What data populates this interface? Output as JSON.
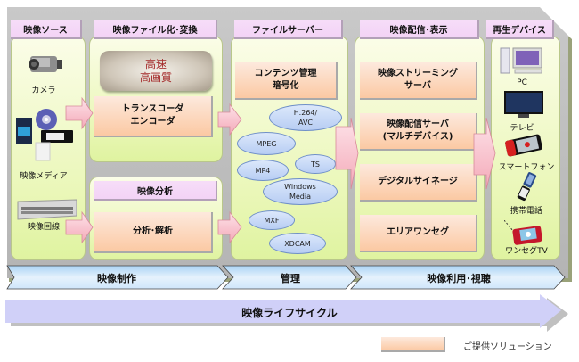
{
  "colors": {
    "frame": "#bfbfbf",
    "column_bg": "#eaf7b8",
    "header_bg": "#f3d3f6",
    "solution_bg": "#fbc9a3",
    "format_oval": "#b7cdf3",
    "flow_arrow": "#f7b9c5",
    "phase_band": "#cfe6fb",
    "lifecycle_arrow": "#ccccf7"
  },
  "columns": {
    "source": {
      "header": "映像ソース",
      "items": [
        {
          "label": "カメラ",
          "icon": "video-camera-icon"
        },
        {
          "label": "映像メディア",
          "icon": "media-icon"
        },
        {
          "label": "映像回線",
          "icon": "rack-server-icon"
        }
      ]
    },
    "filing": {
      "header": "映像ファイル化･変換",
      "highlight": [
        "高速",
        "高画質"
      ],
      "solution": [
        "トランスコーダ",
        "エンコーダ"
      ]
    },
    "analysis": {
      "header": "映像分析",
      "solution": "分析･解析"
    },
    "fileserver": {
      "header": "ファイルサーバー",
      "solution": [
        "コンテンツ管理",
        "暗号化"
      ],
      "formats": [
        [
          "H.264/",
          "AVC"
        ],
        [
          "MPEG"
        ],
        [
          "TS"
        ],
        [
          "MP4"
        ],
        [
          "Windows",
          "Media"
        ],
        [
          "MXF"
        ],
        [
          "XDCAM"
        ]
      ]
    },
    "delivery": {
      "header": "映像配信･表示",
      "solutions": [
        [
          "映像ストリーミング",
          "サーバ"
        ],
        [
          "映像配信サーバ",
          "(マルチデバイス)"
        ],
        [
          "デジタルサイネージ"
        ],
        [
          "エリアワンセグ"
        ]
      ]
    },
    "devices": {
      "header": "再生デバイス",
      "items": [
        {
          "label": "PC",
          "icon": "pc-icon"
        },
        {
          "label": "テレビ",
          "icon": "tv-icon"
        },
        {
          "label": "スマートフォン",
          "icon": "smartphone-icon"
        },
        {
          "label": "携帯電話",
          "icon": "mobile-phone-icon"
        },
        {
          "label": "ワンセグTV",
          "icon": "oneseg-tv-icon"
        }
      ]
    }
  },
  "phases": [
    "映像制作",
    "管理",
    "映像利用･視聴"
  ],
  "lifecycle": "映像ライフサイクル",
  "legend": {
    "label": "ご提供ソリューション"
  }
}
